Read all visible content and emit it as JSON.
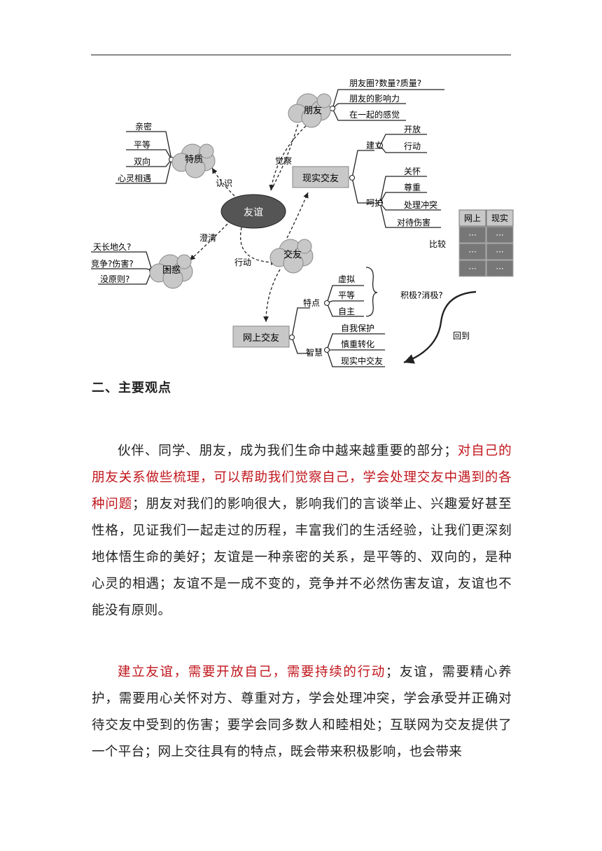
{
  "mindmap": {
    "center": "友谊",
    "nodes": {
      "friend": "朋友",
      "trait": "特质",
      "confuse": "困惑",
      "make": "交友",
      "real": "现实交友",
      "online": "网上交友"
    },
    "edges": {
      "perceive": "觉察",
      "know": "认识",
      "clarify": "澄清",
      "act": "行动"
    },
    "friend_items": [
      "朋友圈?数量?质量?",
      "朋友的影响力",
      "在一起的感觉"
    ],
    "trait_items": [
      "亲密",
      "平等",
      "双向",
      "心灵相遇"
    ],
    "confuse_items": [
      "天长地久?",
      "竞争?伤害?",
      "没原则?"
    ],
    "real_build": {
      "label": "建立",
      "items": [
        "开放",
        "行动"
      ]
    },
    "real_care": {
      "label": "呵护",
      "items": [
        "关怀",
        "尊重",
        "处理冲突",
        "对待伤害"
      ]
    },
    "online_feature": {
      "label": "特点",
      "items": [
        "虚拟",
        "平等",
        "自主"
      ]
    },
    "online_wisdom": {
      "label": "智慧",
      "items": [
        "自我保护",
        "慎重转化",
        "现实中交友"
      ]
    },
    "compare": {
      "label": "比较",
      "head": [
        "网上",
        "现实"
      ],
      "cell": "···"
    },
    "positive": "积极?消极?",
    "back": "回到"
  },
  "section_heading": "二、主要观点",
  "p1": {
    "a": "伙伴、同学、朋友，成为我们生命中越来越重要的部分；",
    "b": "对自己的朋友关系做些梳理，可以帮助我们觉察自己，学会处理交友中遇到的各种问题",
    "c": "；朋友对我们的影响很大，影响我们的言谈举止、兴趣爱好甚至性格，见证我们一起走过的历程，丰富我们的生活经验，让我们更深刻地体悟生命的美好；友谊是一种亲密的关系，是平等的、双向的，是种心灵的相遇；友谊不是一成不变的，竞争并不必然伤害友谊，友谊也不能没有原则。"
  },
  "p2": {
    "a": "建立友谊，需要开放自己，需要持续的行动",
    "b": "；友谊，需要精心养护，需要用心关怀对方、尊重对方，学会处理冲突，学会承受并正确对待交友中受到的伤害；要学会同多数人和睦相处；互联网为交友提供了一个平台；网上交往具有的特点，既会带来积极影响，也会带来"
  }
}
